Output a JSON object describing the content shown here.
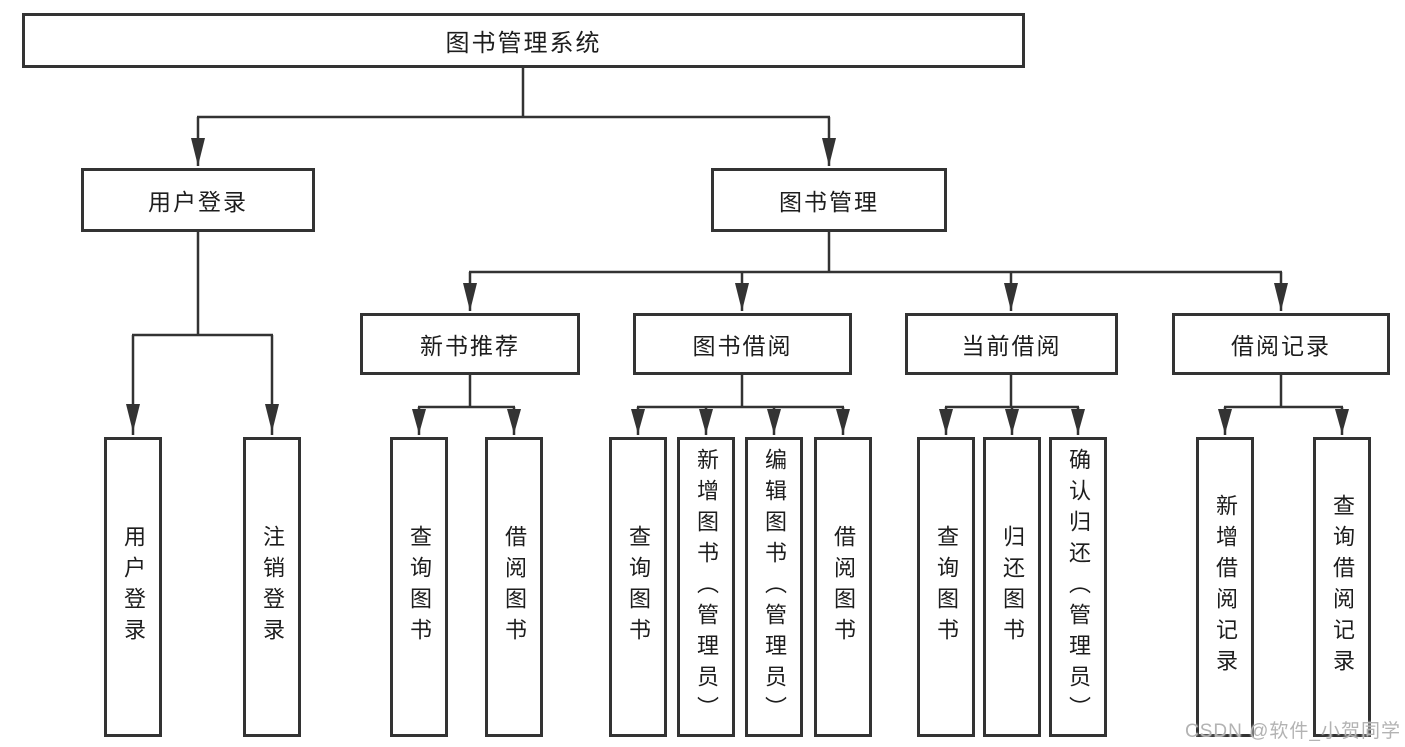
{
  "colors": {
    "line": "#333333",
    "box_border": "#333333",
    "text": "#1d1d1d",
    "watermark": "#b3b3b3",
    "background": "#ffffff"
  },
  "root": {
    "label": "图书管理系统"
  },
  "branches": [
    {
      "label": "用户登录",
      "children": [
        {
          "label": "用户登录"
        },
        {
          "label": "注销登录"
        }
      ]
    },
    {
      "label": "图书管理",
      "children": [
        {
          "label": "新书推荐",
          "children": [
            {
              "label": "查询图书"
            },
            {
              "label": "借阅图书"
            }
          ]
        },
        {
          "label": "图书借阅",
          "children": [
            {
              "label": "查询图书"
            },
            {
              "label": "新增图书（管理员）"
            },
            {
              "label": "编辑图书（管理员）"
            },
            {
              "label": "借阅图书"
            }
          ]
        },
        {
          "label": "当前借阅",
          "children": [
            {
              "label": "查询图书"
            },
            {
              "label": "归还图书"
            },
            {
              "label": "确认归还（管理员）"
            }
          ]
        },
        {
          "label": "借阅记录",
          "children": [
            {
              "label": "新增借阅记录"
            },
            {
              "label": "查询借阅记录"
            }
          ]
        }
      ]
    }
  ],
  "watermark": {
    "text": "CSDN @软件_小贺同学"
  }
}
